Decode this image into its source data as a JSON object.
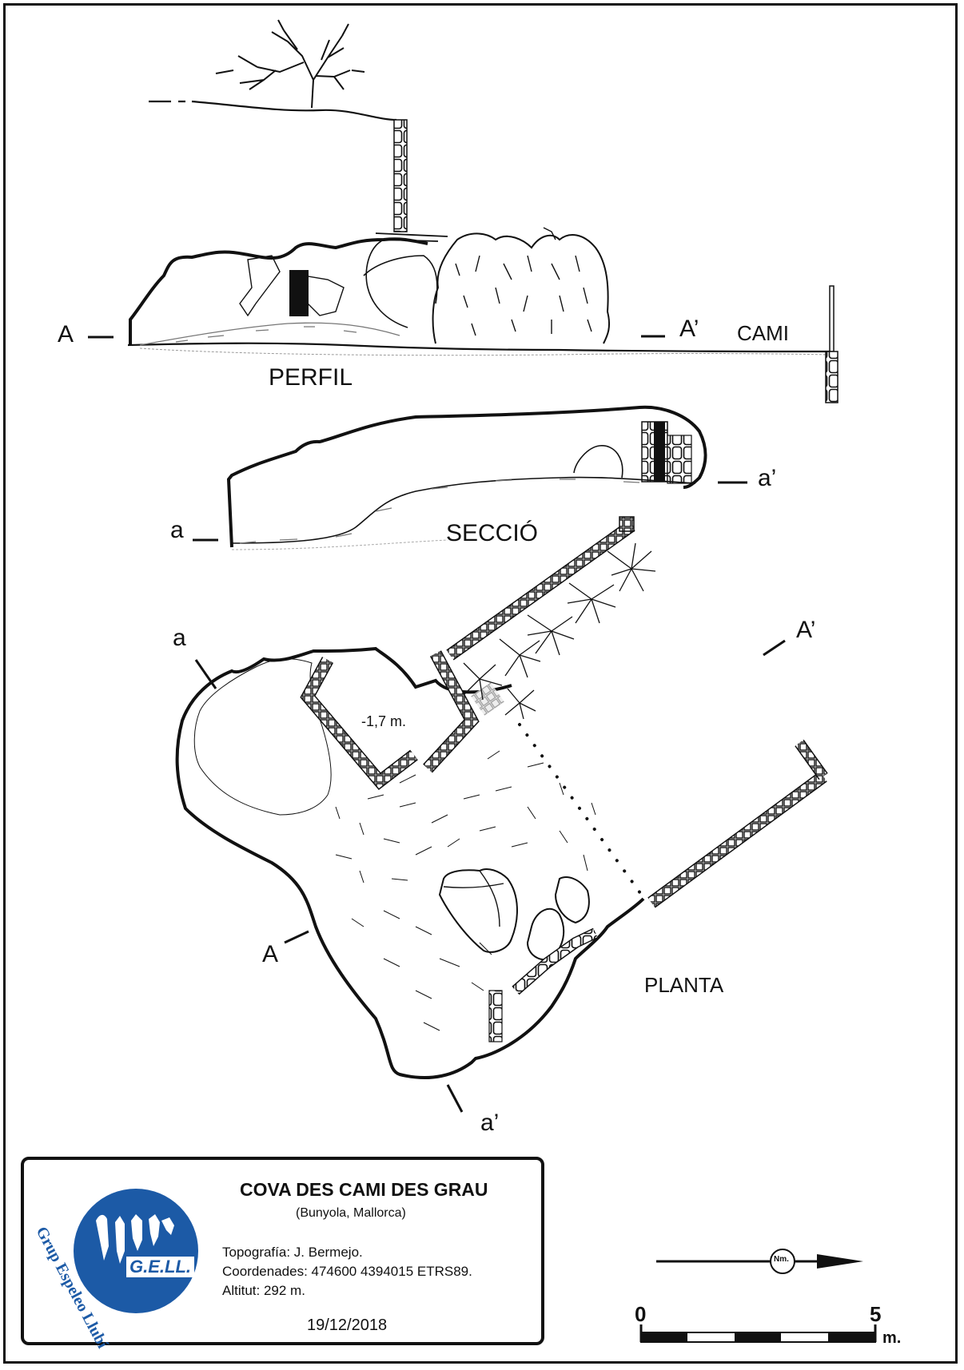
{
  "profile": {
    "section_name": "PERFIL",
    "marker_start": "A",
    "marker_end": "A’",
    "path_label": "CAMI"
  },
  "section": {
    "section_name": "SECCIÓ",
    "marker_start": "a",
    "marker_end": "a’"
  },
  "plan": {
    "section_name": "PLANTA",
    "depth_note": "-1,7 m.",
    "marker_a": "a",
    "marker_a_prime": "a’",
    "marker_A": "A",
    "marker_A_prime": "A’"
  },
  "info": {
    "cave_name": "COVA DES CAMI DES GRAU",
    "location": "(Bunyola, Mallorca)",
    "topography": "Topografía: J. Bermejo.",
    "coordinates": "Coordenades: 474600 4394015 ETRS89.",
    "altitude": "Altitut: 292 m.",
    "date": "19/12/2018",
    "logo_abbrev": "G.E.LL.",
    "logo_circle_text": "Grup Espeleo Llubí",
    "logo_color": "#1c5aa6"
  },
  "north_arrow": {
    "label": "Nm."
  },
  "scale_bar": {
    "min_label": "0",
    "max_label": "5",
    "unit": "m."
  }
}
